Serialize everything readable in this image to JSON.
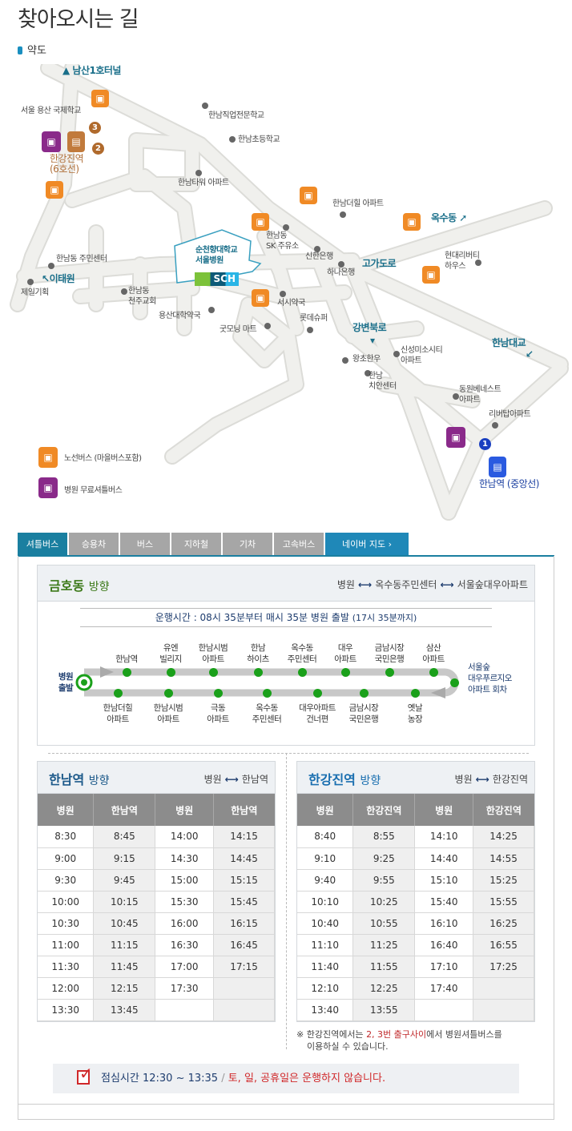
{
  "page": {
    "title": "찾아오시는 길",
    "section": "약도"
  },
  "map": {
    "roads_labels": {
      "namsan": "남산1호터널",
      "oksu": "옥수동",
      "itaewon": "이태원",
      "overpass": "고가도로",
      "gangbyeon": "강변북로",
      "hannam_bridge": "한남대교"
    },
    "places": {
      "school_intl": "서울 용산 국제학교",
      "hangangjin": "한강진역",
      "hangangjin_line": "(6호선)",
      "vocational": "한남직업전문학교",
      "elementary": "한남초등학교",
      "tower": "한남타워 아파트",
      "thehill": "한남더힐 아파트",
      "sk": "한남동",
      "sk2": "SK 주유소",
      "hospital1": "순천향대학교",
      "hospital2": "서울병원",
      "logo": "SCH",
      "shinhan": "신한은행",
      "hana": "하나은행",
      "hyundai1": "현대리버티",
      "hyundai2": "하우스",
      "community": "한남동 주민센터",
      "cheil": "제일기획",
      "church1": "한남동",
      "church2": "천주교회",
      "seosi": "서시약국",
      "yongsan_pharm": "용산대학약국",
      "goodmorning": "굿모닝 마트",
      "lotte": "롯데슈퍼",
      "shinsung1": "신성미소시티",
      "shinsung2": "아파트",
      "wangcho": "왕초한우",
      "police1": "한남",
      "police2": "치안센터",
      "dongwon1": "동원베네스트",
      "dongwon2": "아파트",
      "rivertop": "리버탑아파트",
      "hannam_st": "한남역 (중앙선)"
    },
    "exits": {
      "a": "3",
      "b": "2",
      "c": "1"
    },
    "legend": {
      "bus": "노선버스 (마을버스포함)",
      "shuttle": "병원 무료셔틀버스"
    },
    "colors": {
      "bus": "#f08a25",
      "shuttle": "#8a2a8a",
      "teal": "#1a6f8a"
    }
  },
  "tabs": [
    "셔틀버스",
    "승용차",
    "버스",
    "지하철",
    "기차",
    "고속버스",
    "네이버 지도  ›"
  ],
  "geumho": {
    "title": "금호동",
    "dir": "방향",
    "route": [
      "병원",
      "옥수동주민센터",
      "서울숲대우아파트"
    ],
    "optime": "운행시간 : 08시 35분부터 매시 35분 병원 출발",
    "optime_note": "(17시 35분까지)",
    "start": "병원\n출발",
    "end": "서울숲\n대우푸르지오\n아파트 회차",
    "top_stops": [
      "한남역",
      "유엔\n빌리지",
      "한남시범\n아파트",
      "한남\n하이츠",
      "옥수동\n주민센터",
      "대우\n아파트",
      "금남시장\n국민은행",
      "삼산\n아파트"
    ],
    "bottom_stops": [
      "한남더힐\n아파트",
      "한남시범\n아파트",
      "극동\n아파트",
      "옥수동\n주민센터",
      "대우아파트\n건너편",
      "금남시장\n국민은행",
      "옛날\n농장"
    ]
  },
  "hannam": {
    "title": "한남역",
    "dir": "방향",
    "route": [
      "병원",
      "한남역"
    ],
    "headers": [
      "병원",
      "한남역",
      "병원",
      "한남역"
    ],
    "rows": [
      [
        "8:30",
        "8:45",
        "14:00",
        "14:15"
      ],
      [
        "9:00",
        "9:15",
        "14:30",
        "14:45"
      ],
      [
        "9:30",
        "9:45",
        "15:00",
        "15:15"
      ],
      [
        "10:00",
        "10:15",
        "15:30",
        "15:45"
      ],
      [
        "10:30",
        "10:45",
        "16:00",
        "16:15"
      ],
      [
        "11:00",
        "11:15",
        "16:30",
        "16:45"
      ],
      [
        "11:30",
        "11:45",
        "17:00",
        "17:15"
      ],
      [
        "12:00",
        "12:15",
        "17:30",
        ""
      ],
      [
        "13:30",
        "13:45",
        "",
        ""
      ]
    ]
  },
  "hangang": {
    "title": "한강진역",
    "dir": "방향",
    "route": [
      "병원",
      "한강진역"
    ],
    "headers": [
      "병원",
      "한강진역",
      "병원",
      "한강진역"
    ],
    "rows": [
      [
        "8:40",
        "8:55",
        "14:10",
        "14:25"
      ],
      [
        "9:10",
        "9:25",
        "14:40",
        "14:55"
      ],
      [
        "9:40",
        "9:55",
        "15:10",
        "15:25"
      ],
      [
        "10:10",
        "10:25",
        "15:40",
        "15:55"
      ],
      [
        "10:40",
        "10:55",
        "16:10",
        "16:25"
      ],
      [
        "11:10",
        "11:25",
        "16:40",
        "16:55"
      ],
      [
        "11:40",
        "11:55",
        "17:10",
        "17:25"
      ],
      [
        "12:10",
        "12:25",
        "17:40",
        ""
      ],
      [
        "13:40",
        "13:55",
        "",
        ""
      ]
    ]
  },
  "note": {
    "pre": "※ 한강진역에서는 ",
    "red": "2, 3번 출구사이",
    "post": "에서 병원셔틀버스를",
    "line2": "이용하실 수 있습니다."
  },
  "notice": {
    "lunch": "점심시간 12:30 ~ 13:35",
    "sep": " / ",
    "closed": "토, 일, 공휴일은 운행하지 않습니다."
  }
}
